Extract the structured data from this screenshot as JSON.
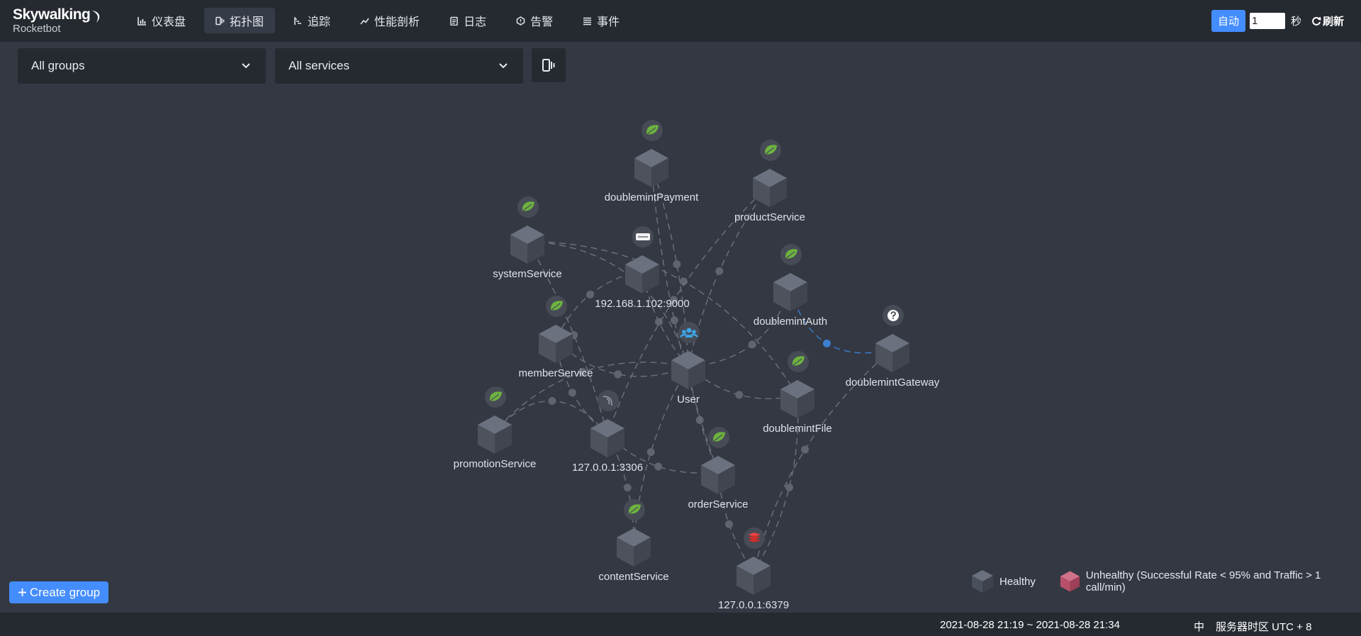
{
  "header": {
    "brand": "Skywalking",
    "sub": "Rocketbot",
    "nav": [
      {
        "label": "仪表盘",
        "icon": "dashboard-icon"
      },
      {
        "label": "拓扑图",
        "icon": "topology-icon",
        "active": true
      },
      {
        "label": "追踪",
        "icon": "trace-icon"
      },
      {
        "label": "性能剖析",
        "icon": "profile-icon"
      },
      {
        "label": "日志",
        "icon": "log-icon"
      },
      {
        "label": "告警",
        "icon": "alarm-icon"
      },
      {
        "label": "事件",
        "icon": "event-icon"
      }
    ],
    "auto_label": "自动",
    "interval_value": "1",
    "sec_label": "秒",
    "refresh_label": "刷新"
  },
  "toolbar": {
    "groups_value": "All groups",
    "services_value": "All services"
  },
  "topology": {
    "nodes": [
      {
        "id": "payment",
        "label": "doublemintPayment",
        "badge": "spring"
      },
      {
        "id": "product",
        "label": "productService",
        "badge": "spring"
      },
      {
        "id": "system",
        "label": "systemService",
        "badge": "spring"
      },
      {
        "id": "http9000",
        "label": "192.168.1.102:9000",
        "badge": "http"
      },
      {
        "id": "auth",
        "label": "doublemintAuth",
        "badge": "spring"
      },
      {
        "id": "gateway",
        "label": "doublemintGateway",
        "badge": "unknown"
      },
      {
        "id": "member",
        "label": "memberService",
        "badge": "spring"
      },
      {
        "id": "user",
        "label": "User",
        "badge": "user"
      },
      {
        "id": "file",
        "label": "doublemintFile",
        "badge": "spring"
      },
      {
        "id": "promotion",
        "label": "promotionService",
        "badge": "spring"
      },
      {
        "id": "mysql",
        "label": "127.0.0.1:3306",
        "badge": "mysql"
      },
      {
        "id": "order",
        "label": "orderService",
        "badge": "spring"
      },
      {
        "id": "content",
        "label": "contentService",
        "badge": "spring"
      },
      {
        "id": "redis",
        "label": "127.0.0.1:6379",
        "badge": "redis"
      }
    ],
    "links": [
      {
        "source": "user",
        "target": "payment"
      },
      {
        "source": "user",
        "target": "product"
      },
      {
        "source": "user",
        "target": "system"
      },
      {
        "source": "user",
        "target": "http9000"
      },
      {
        "source": "user",
        "target": "auth"
      },
      {
        "source": "user",
        "target": "member"
      },
      {
        "source": "user",
        "target": "file"
      },
      {
        "source": "user",
        "target": "promotion"
      },
      {
        "source": "user",
        "target": "order"
      },
      {
        "source": "user",
        "target": "content"
      },
      {
        "source": "system",
        "target": "file"
      },
      {
        "source": "system",
        "target": "mysql"
      },
      {
        "source": "member",
        "target": "mysql"
      },
      {
        "source": "product",
        "target": "mysql"
      },
      {
        "source": "order",
        "target": "mysql"
      },
      {
        "source": "content",
        "target": "mysql"
      },
      {
        "source": "promotion",
        "target": "mysql"
      },
      {
        "source": "payment",
        "target": "order"
      },
      {
        "source": "gateway",
        "target": "redis"
      },
      {
        "source": "gateway",
        "target": "auth",
        "highlight": true
      },
      {
        "source": "http9000",
        "target": "member"
      },
      {
        "source": "order",
        "target": "redis"
      },
      {
        "source": "file",
        "target": "redis"
      }
    ]
  },
  "legend": {
    "healthy": "Healthy",
    "unhealthy": "Unhealthy (Successful Rate < 95% and Traffic > 1 call/min)",
    "healthy_color": "#4f545f",
    "unhealthy_color": "#b8506a"
  },
  "create_group_label": "Create group",
  "footer": {
    "time_range": "2021-08-28 21:19 ~ 2021-08-28 21:34",
    "lang": "中",
    "timezone": "服务器时区 UTC + 8"
  }
}
